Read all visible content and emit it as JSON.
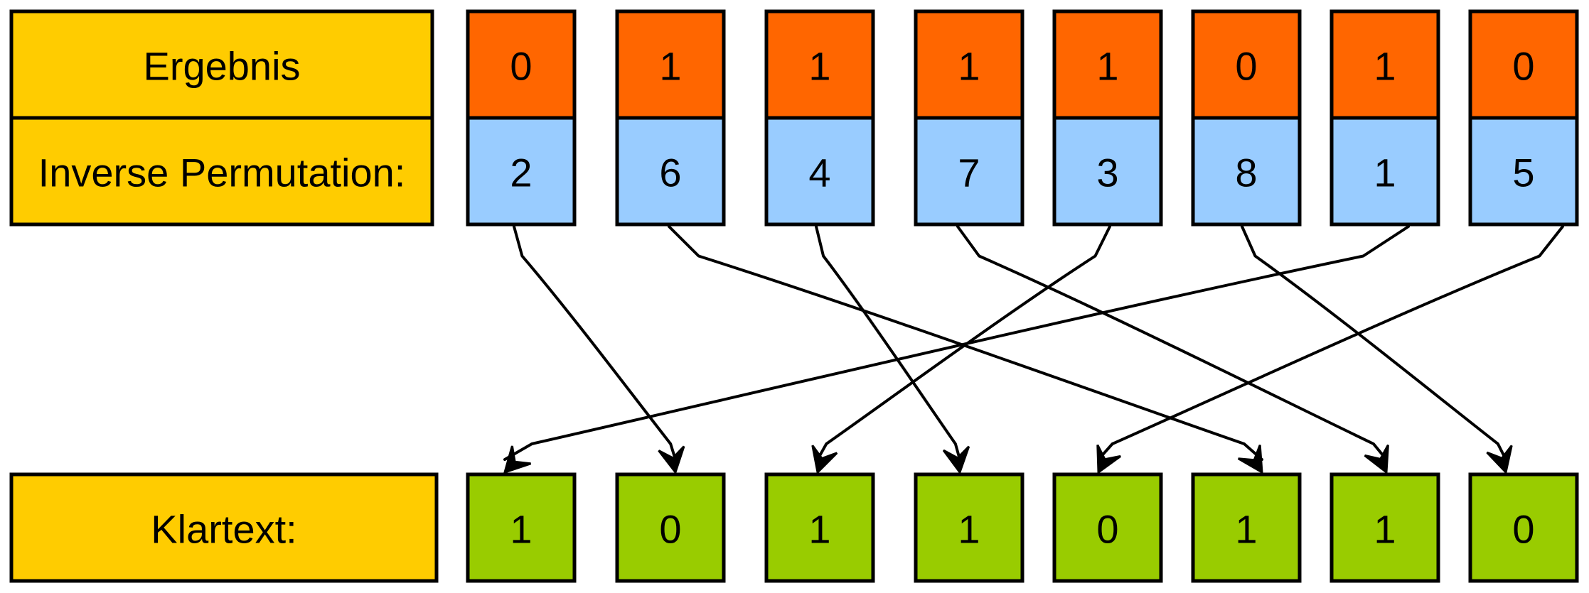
{
  "labels": {
    "result": "Ergebnis",
    "inverse_permutation": "Inverse Permutation:",
    "plaintext": "Klartext:"
  },
  "result_bits": [
    "0",
    "1",
    "1",
    "1",
    "1",
    "0",
    "1",
    "0"
  ],
  "inverse_permutation": [
    "2",
    "6",
    "4",
    "7",
    "3",
    "8",
    "1",
    "5"
  ],
  "plaintext_bits": [
    "1",
    "0",
    "1",
    "1",
    "0",
    "1",
    "1",
    "0"
  ],
  "colors": {
    "label_fill": "#FFCC00",
    "result_fill": "#FF6600",
    "permutation_fill": "#99CCFF",
    "plaintext_fill": "#99CC00",
    "stroke": "#000000"
  }
}
